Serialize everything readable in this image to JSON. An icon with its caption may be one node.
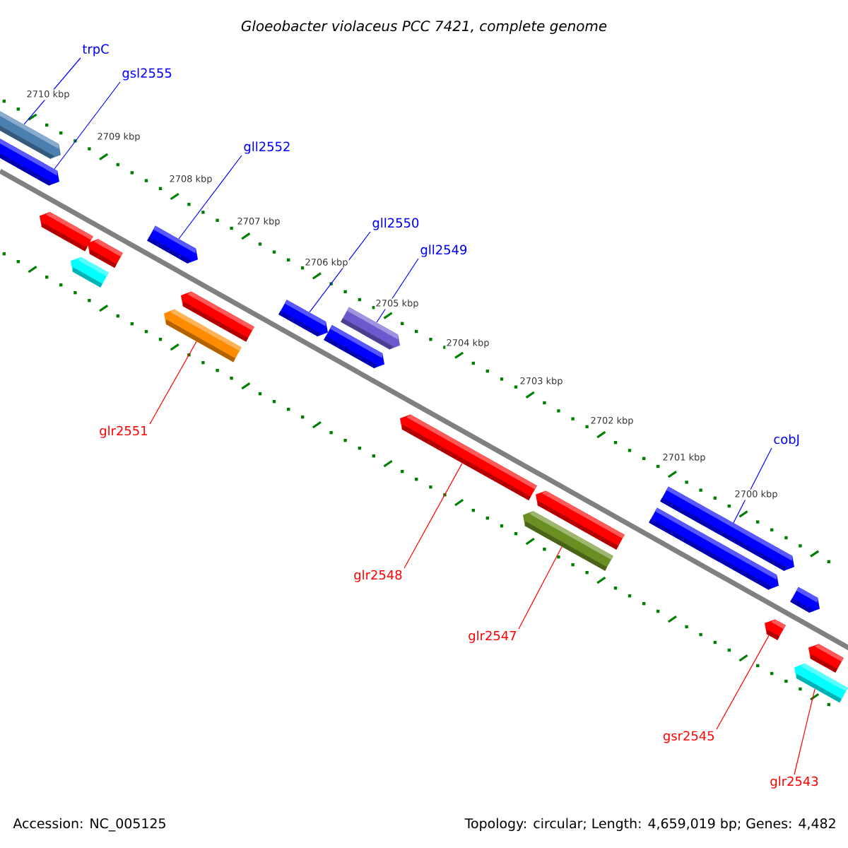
{
  "diagram": {
    "title": "Gloeobacter violaceus PCC 7421, complete genome",
    "nodes": [
      {
        "text": [
          "trpC"
        ]
      },
      {
        "text": [
          "gsl2555"
        ]
      },
      {
        "text": [
          "gll2552"
        ]
      },
      {
        "text": [
          "gll2550"
        ]
      },
      {
        "text": [
          "gll2549"
        ]
      },
      {
        "text": [
          "cobJ"
        ]
      },
      {
        "text": [
          "glr2551"
        ]
      },
      {
        "text": [
          "glr2548"
        ]
      },
      {
        "text": [
          "glr2547"
        ]
      },
      {
        "text": [
          "gsr2545"
        ]
      },
      {
        "text": [
          "glr2543"
        ]
      },
      {
        "text": [],
        "shape": "bar"
      },
      {
        "text": [],
        "shape": "bar"
      },
      {
        "text": [],
        "shape": "bar"
      },
      {
        "text": [],
        "shape": "bar"
      },
      {
        "text": [],
        "shape": "bar"
      },
      {
        "text": [],
        "shape": "bar"
      },
      {
        "text": [],
        "shape": "bar"
      },
      {
        "text": [],
        "shape": "bar"
      },
      {
        "text": [],
        "shape": "bar"
      },
      {
        "text": [],
        "shape": "bar"
      },
      {
        "text": [],
        "shape": "bar"
      },
      {
        "text": [],
        "shape": "bar"
      },
      {
        "text": [],
        "shape": "bar"
      },
      {
        "text": [],
        "shape": "bar"
      },
      {
        "text": [],
        "shape": "bar"
      },
      {
        "text": [],
        "shape": "bar"
      },
      {
        "text": [],
        "shape": "bar"
      },
      {
        "text": [],
        "shape": "bar"
      },
      {
        "text": [],
        "shape": "bar"
      },
      {
        "text": [],
        "shape": "bar"
      },
      {
        "text": [],
        "shape": "bar"
      }
    ],
    "edges": [
      {
        "from": 0,
        "to": 11,
        "arrow": "none"
      },
      {
        "from": 1,
        "to": 13,
        "arrow": "none"
      },
      {
        "from": 2,
        "to": 14,
        "arrow": "none"
      },
      {
        "from": 3,
        "to": 15,
        "arrow": "none"
      },
      {
        "from": 4,
        "to": 17,
        "arrow": "none"
      },
      {
        "from": 5,
        "to": 18,
        "arrow": "none"
      },
      {
        "from": 6,
        "to": 25,
        "arrow": "none",
        "color": "#ff0000"
      },
      {
        "from": 7,
        "to": 26,
        "arrow": "none",
        "color": "#ff0000"
      },
      {
        "from": 8,
        "to": 28,
        "arrow": "none",
        "color": "#ff0000"
      },
      {
        "from": 9,
        "to": 29,
        "arrow": "none",
        "color": "#ff0000"
      },
      {
        "from": 10,
        "to": 31,
        "arrow": "none",
        "color": "#ff0000"
      }
    ],
    "labels": [
      "2710 kbp",
      "2709 kbp",
      "2708 kbp",
      "2707 kbp",
      "2706 kbp",
      "2705 kbp",
      "2704 kbp",
      "2703 kbp",
      "2702 kbp",
      "2701 kbp",
      "2700 kbp",
      "Accession: NC_005125",
      "Topology: circular; Length: 4,659,019 bp; Genes: 4,482"
    ]
  }
}
